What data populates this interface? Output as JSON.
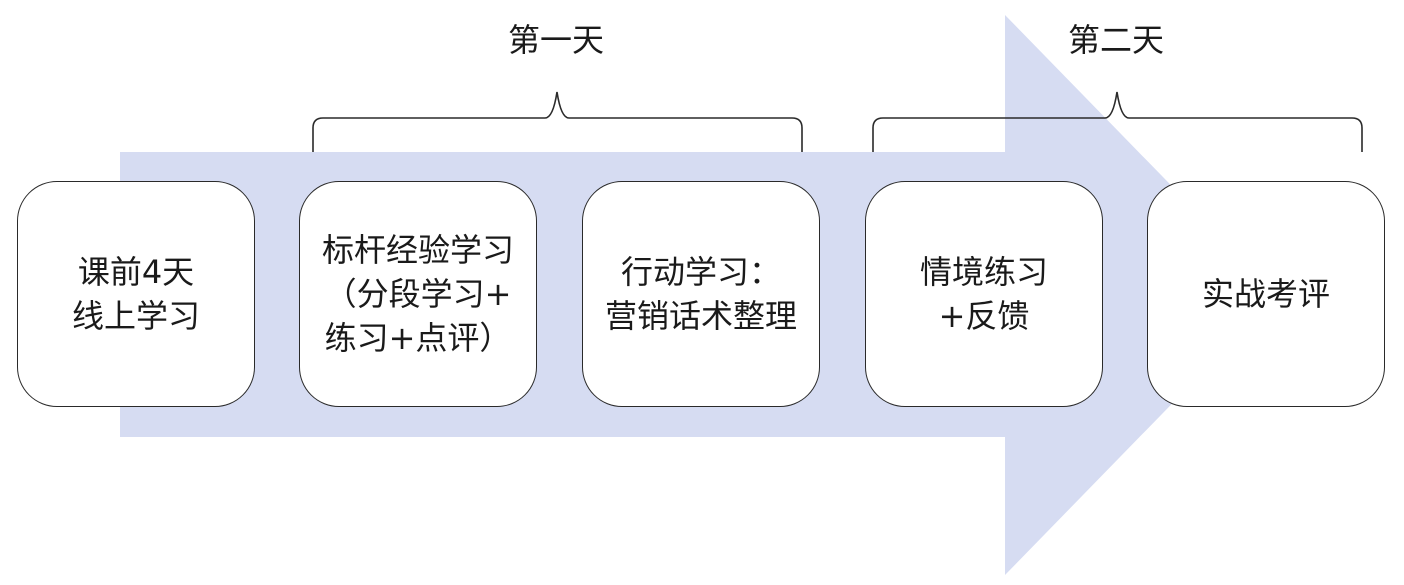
{
  "days": [
    {
      "label": "第一天"
    },
    {
      "label": "第二天"
    }
  ],
  "steps": [
    {
      "lines": [
        "课前4天",
        "线上学习"
      ]
    },
    {
      "lines": [
        "标杆经验学习",
        "（分段学习+",
        "练习+点评）"
      ]
    },
    {
      "lines": [
        "行动学习：",
        "营销话术整理"
      ]
    },
    {
      "lines": [
        "情境练习",
        "+反馈"
      ]
    },
    {
      "lines": [
        "实战考评"
      ]
    }
  ],
  "colors": {
    "arrow_fill": "#d6dcf2",
    "box_border": "#2a2a2a",
    "text": "#1a1a1a"
  }
}
